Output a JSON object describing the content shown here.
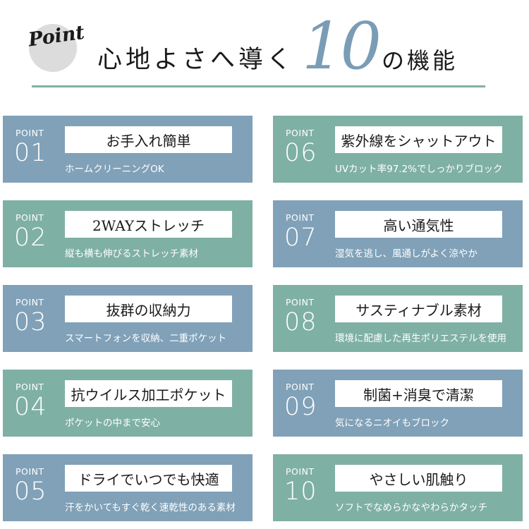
{
  "header": {
    "badge": "Point",
    "headline_a": "心地よさへ導く",
    "number": "10",
    "headline_b": "の機能"
  },
  "cards": [
    {
      "label": "POINT",
      "num": "01",
      "title": "お手入れ簡単",
      "desc": "ホームクリーニングOK"
    },
    {
      "label": "POINT",
      "num": "02",
      "title": "2WAYストレッチ",
      "desc": "縦も横も伸びるストレッチ素材"
    },
    {
      "label": "POINT",
      "num": "03",
      "title": "抜群の収納力",
      "desc": "スマートフォンを収納、二重ポケット"
    },
    {
      "label": "POINT",
      "num": "04",
      "title": "抗ウイルス加工ポケット",
      "desc": "ポケットの中まで安心"
    },
    {
      "label": "POINT",
      "num": "05",
      "title": "ドライでいつでも快適",
      "desc": "汗をかいてもすぐ乾く速乾性のある素材"
    },
    {
      "label": "POINT",
      "num": "06",
      "title": "紫外線をシャットアウト",
      "desc": "UVカット率97.2%でしっかりブロック"
    },
    {
      "label": "POINT",
      "num": "07",
      "title": "高い通気性",
      "desc": "湿気を逃し、風通しがよく涼やか"
    },
    {
      "label": "POINT",
      "num": "08",
      "title": "サスティナブル素材",
      "desc": "環境に配慮した再生ポリエステルを使用"
    },
    {
      "label": "POINT",
      "num": "09",
      "title": "制菌+消臭で清潔",
      "desc": "気になるニオイもブロック"
    },
    {
      "label": "POINT",
      "num": "10",
      "title": "やさしい肌触り",
      "desc": "ソフトでなめらかなやわらかタッチ"
    }
  ],
  "colors": {
    "blue": "#80a1b8",
    "green": "#7fb0a4",
    "accent_number": "#7a9db5"
  }
}
